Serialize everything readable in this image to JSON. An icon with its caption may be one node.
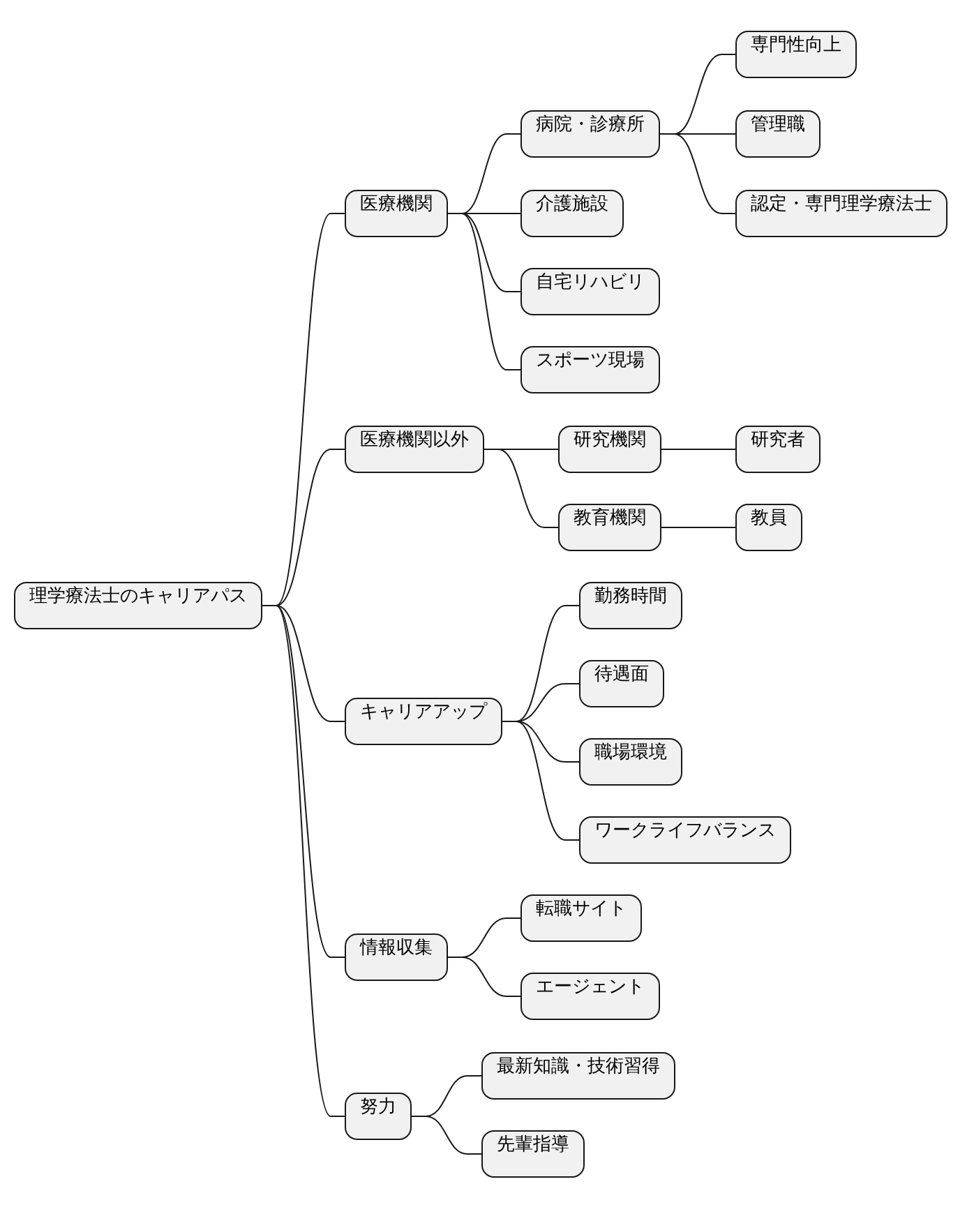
{
  "diagram": {
    "nodes": [
      {
        "text": [
          "理学療法士のキャリアパス"
        ]
      },
      {
        "text": [
          "医療機関"
        ]
      },
      {
        "text": [
          "病院・診療所"
        ]
      },
      {
        "text": [
          "専門性向上"
        ]
      },
      {
        "text": [
          "管理職"
        ]
      },
      {
        "text": [
          "認定・専門理学療法士"
        ]
      },
      {
        "text": [
          "介護施設"
        ]
      },
      {
        "text": [
          "自宅リハビリ"
        ]
      },
      {
        "text": [
          "スポーツ現場"
        ]
      },
      {
        "text": [
          "医療機関以外"
        ]
      },
      {
        "text": [
          "研究機関"
        ]
      },
      {
        "text": [
          "研究者"
        ]
      },
      {
        "text": [
          "教育機関"
        ]
      },
      {
        "text": [
          "教員"
        ]
      },
      {
        "text": [
          "キャリアアップ"
        ]
      },
      {
        "text": [
          "勤務時間"
        ]
      },
      {
        "text": [
          "待遇面"
        ]
      },
      {
        "text": [
          "職場環境"
        ]
      },
      {
        "text": [
          "ワークライフバランス"
        ]
      },
      {
        "text": [
          "情報収集"
        ]
      },
      {
        "text": [
          "転職サイト"
        ]
      },
      {
        "text": [
          "エージェント"
        ]
      },
      {
        "text": [
          "努力"
        ]
      },
      {
        "text": [
          "最新知識・技術習得"
        ]
      },
      {
        "text": [
          "先輩指導"
        ]
      }
    ],
    "edges": [
      {
        "from": 0,
        "to": 1,
        "arrow": "none"
      },
      {
        "from": 1,
        "to": 2,
        "arrow": "none"
      },
      {
        "from": 2,
        "to": 3,
        "arrow": "none"
      },
      {
        "from": 2,
        "to": 4,
        "arrow": "none"
      },
      {
        "from": 2,
        "to": 5,
        "arrow": "none"
      },
      {
        "from": 1,
        "to": 6,
        "arrow": "none"
      },
      {
        "from": 1,
        "to": 7,
        "arrow": "none"
      },
      {
        "from": 1,
        "to": 8,
        "arrow": "none"
      },
      {
        "from": 0,
        "to": 9,
        "arrow": "none"
      },
      {
        "from": 9,
        "to": 10,
        "arrow": "none"
      },
      {
        "from": 10,
        "to": 11,
        "arrow": "none"
      },
      {
        "from": 9,
        "to": 12,
        "arrow": "none"
      },
      {
        "from": 12,
        "to": 13,
        "arrow": "none"
      },
      {
        "from": 0,
        "to": 14,
        "arrow": "none"
      },
      {
        "from": 14,
        "to": 15,
        "arrow": "none"
      },
      {
        "from": 14,
        "to": 16,
        "arrow": "none"
      },
      {
        "from": 14,
        "to": 17,
        "arrow": "none"
      },
      {
        "from": 14,
        "to": 18,
        "arrow": "none"
      },
      {
        "from": 0,
        "to": 19,
        "arrow": "none"
      },
      {
        "from": 19,
        "to": 20,
        "arrow": "none"
      },
      {
        "from": 19,
        "to": 21,
        "arrow": "none"
      },
      {
        "from": 0,
        "to": 22,
        "arrow": "none"
      },
      {
        "from": 22,
        "to": 23,
        "arrow": "none"
      },
      {
        "from": 22,
        "to": 24,
        "arrow": "none"
      }
    ]
  }
}
